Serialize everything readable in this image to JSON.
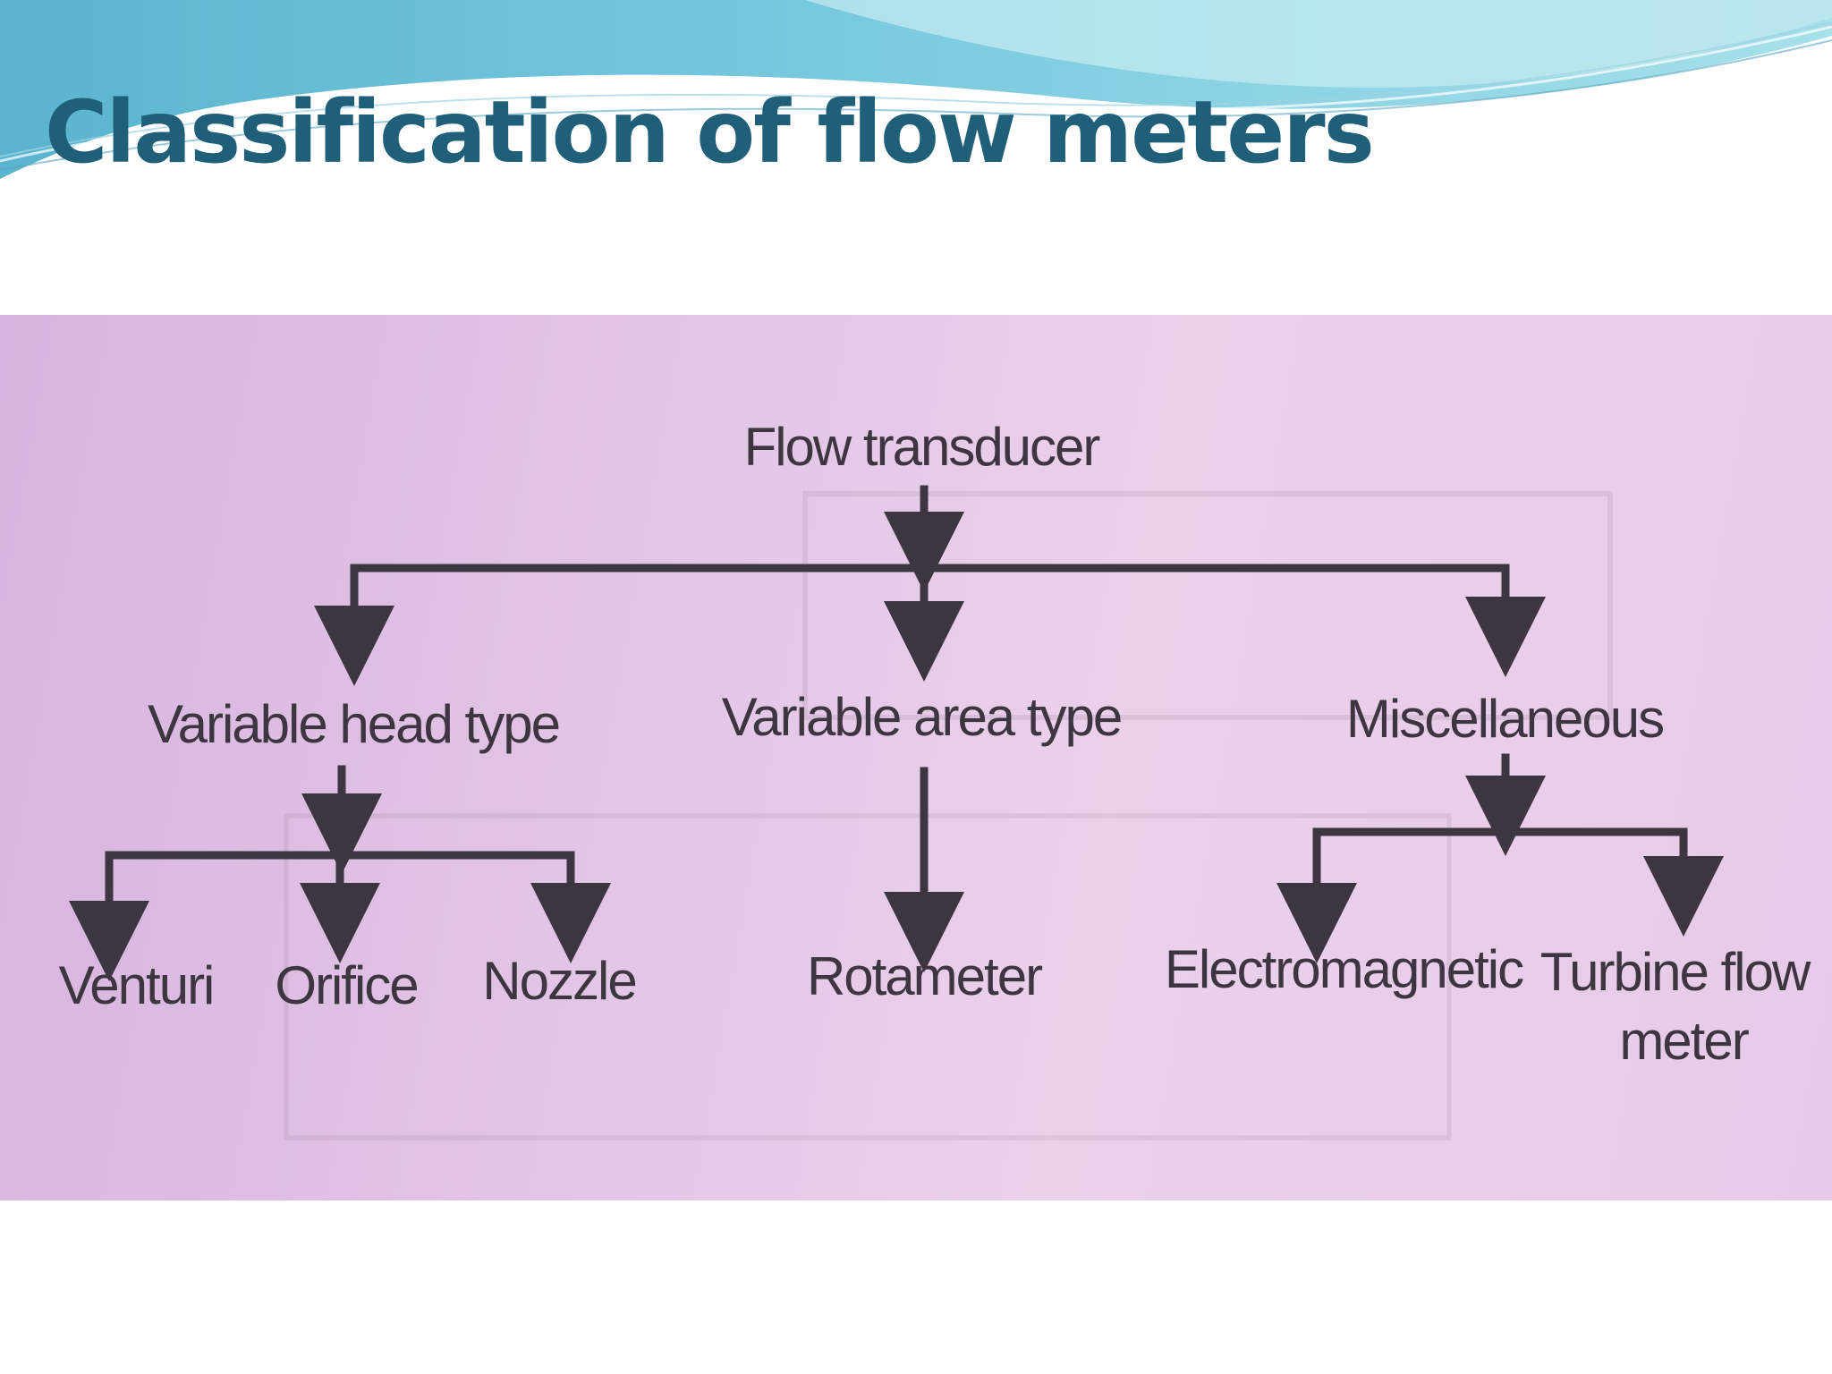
{
  "slide": {
    "title": "Classification of flow meters"
  },
  "diagram": {
    "root": "Flow transducer",
    "level1": [
      "Variable head type",
      "Variable area type",
      "Miscellaneous"
    ],
    "variable_head_children": [
      "Venturi",
      "Orifice",
      "Nozzle"
    ],
    "variable_area_children": [
      "Rotameter"
    ],
    "miscellaneous_children": [
      "Electromagnetic",
      "Turbine flow",
      "meter"
    ]
  },
  "colors": {
    "title": "#1f5f7a",
    "ink": "#3d3540",
    "photo_bg": "#e3c5e6",
    "wave_light": "#a8dde8",
    "wave_mid": "#6fc1d6"
  }
}
